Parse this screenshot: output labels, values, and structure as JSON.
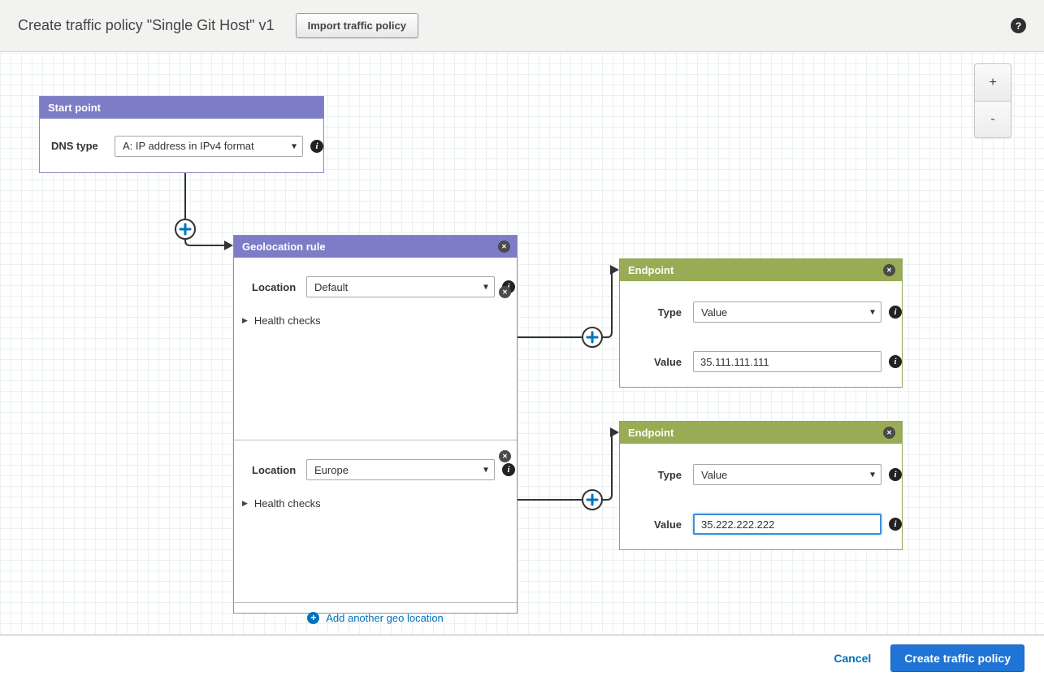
{
  "header": {
    "title": "Create traffic policy \"Single Git Host\" v1",
    "import_button_label": "Import traffic policy",
    "help_label": "?"
  },
  "canvas": {
    "zoom_in_label": "+",
    "zoom_out_label": "-"
  },
  "start_point": {
    "title": "Start point",
    "dns_type_label": "DNS type",
    "dns_type_value": "A: IP address in IPv4 format"
  },
  "geolocation_rule": {
    "title": "Geolocation rule",
    "rows": [
      {
        "location_label": "Location",
        "location_value": "Default",
        "health_checks_label": "Health checks"
      },
      {
        "location_label": "Location",
        "location_value": "Europe",
        "health_checks_label": "Health checks"
      }
    ],
    "add_another_label": "Add another geo location"
  },
  "endpoints": [
    {
      "title": "Endpoint",
      "type_label": "Type",
      "type_value": "Value",
      "value_label": "Value",
      "value_text": "35.111.111.111",
      "focused": false
    },
    {
      "title": "Endpoint",
      "type_label": "Type",
      "type_value": "Value",
      "value_label": "Value",
      "value_text": "35.222.222.222",
      "focused": true
    }
  ],
  "footer": {
    "cancel_label": "Cancel",
    "create_button_label": "Create traffic policy"
  },
  "icons": {
    "caret": "▾",
    "close": "✕",
    "info": "i",
    "disclosure": "▶",
    "plus": "+"
  },
  "colors": {
    "purple_header": "#7d7cc6",
    "green_header": "#9aab55",
    "link_blue": "#0073bb",
    "button_blue": "#2074d5",
    "connector": "#333333"
  }
}
